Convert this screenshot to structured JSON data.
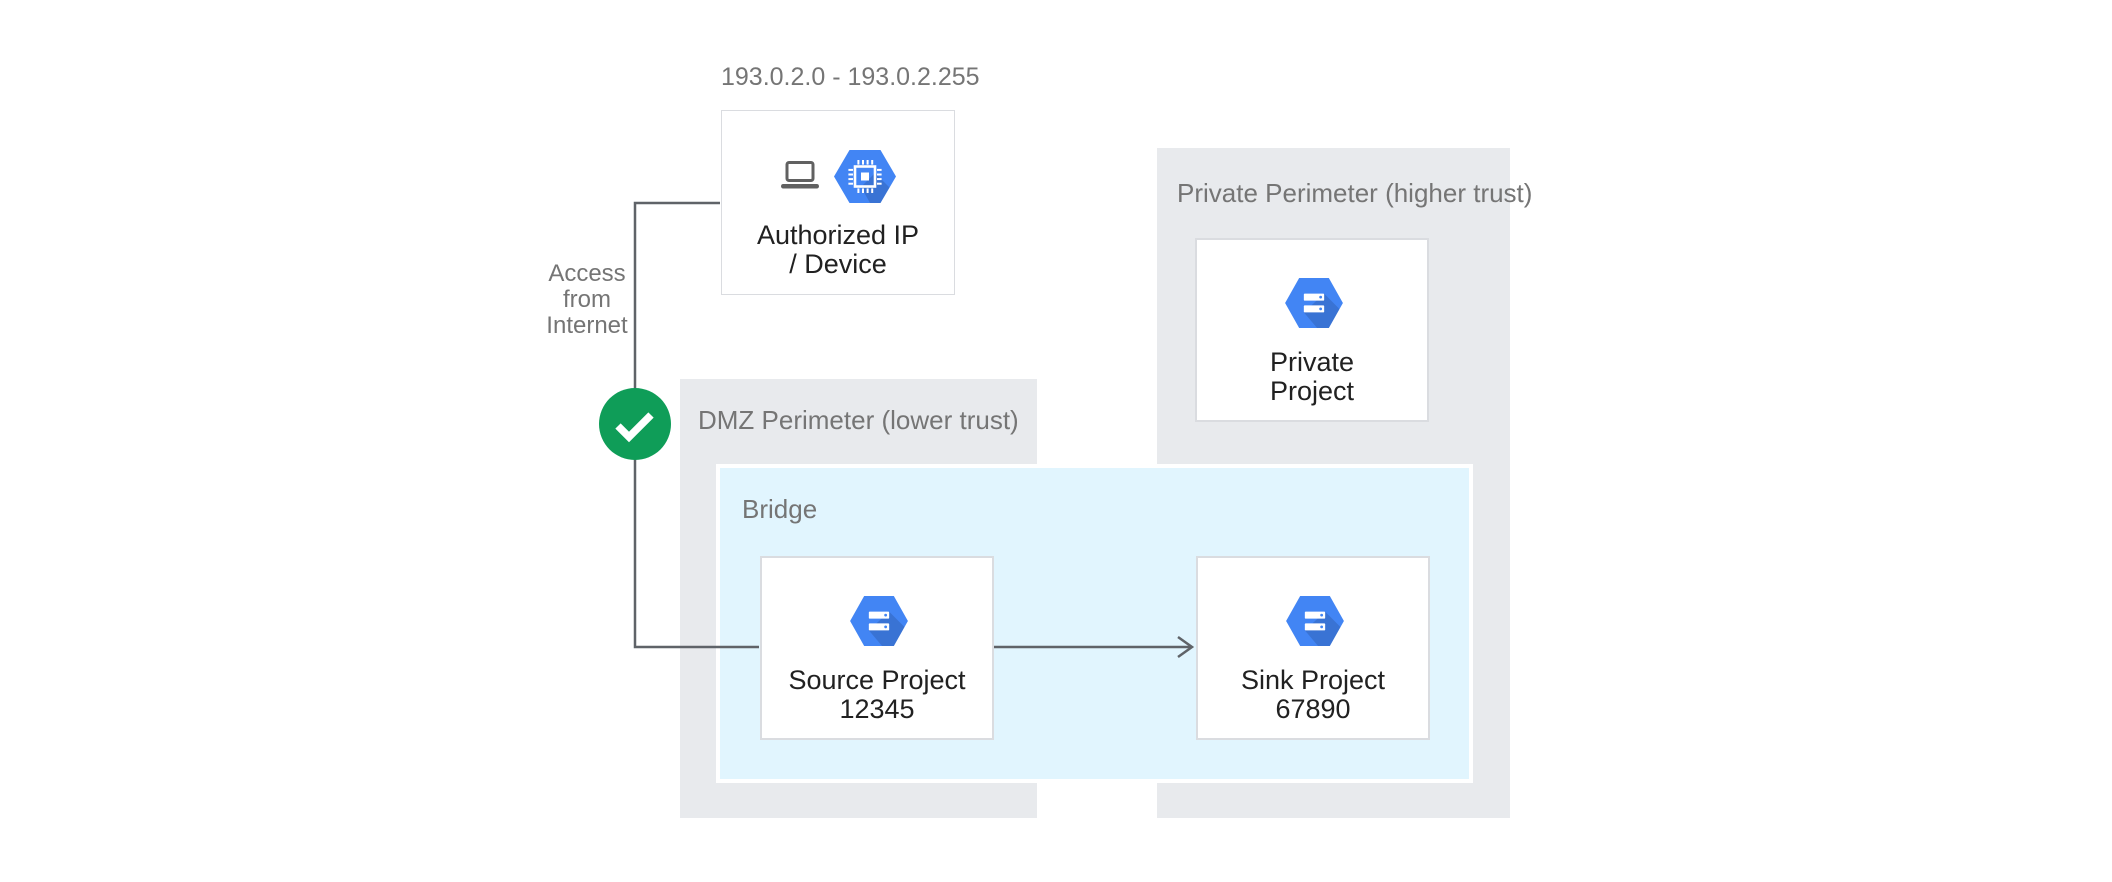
{
  "colors": {
    "perimeter_bg": "#E8EAED",
    "bridge_bg": "#E1F5FE",
    "bridge_border": "#FFFFFF",
    "node_border": "#DADCE0",
    "hexagon_blue": "#4285F4",
    "check_green": "#0F9D58",
    "connector_gray": "#5F6368",
    "label_gray": "#757575",
    "title_dark": "#212121"
  },
  "annotations": {
    "ip_range": "193.0.2.0 - 193.0.2.255",
    "access": "Access\nfrom\nInternet",
    "check_icon": "checkmark-icon"
  },
  "containers": {
    "dmz": {
      "label": "DMZ Perimeter (lower trust)"
    },
    "bridge": {
      "label": "Bridge"
    },
    "private_perimeter": {
      "label": "Private Perimeter (higher trust)"
    }
  },
  "nodes": {
    "authorized": {
      "title": "Authorized IP\n/ Device",
      "icons": [
        "laptop-icon",
        "compute-engine-icon"
      ]
    },
    "source": {
      "title": "Source Project\n12345",
      "icon": "project-hexagon-icon"
    },
    "sink": {
      "title": "Sink Project\n67890",
      "icon": "project-hexagon-icon"
    },
    "private": {
      "title": "Private\nProject",
      "icon": "project-hexagon-icon"
    }
  }
}
